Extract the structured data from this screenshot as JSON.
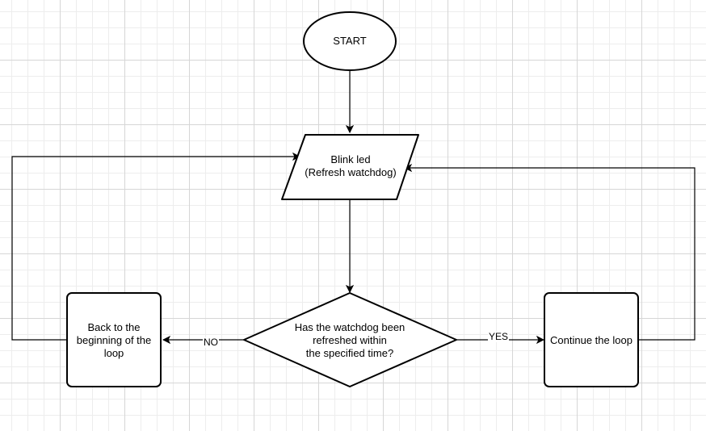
{
  "nodes": {
    "start": "START",
    "blink": "Blink led\n(Refresh watchdog)",
    "decision": "Has the watchdog been\nrefreshed within\nthe specified time?",
    "back": "Back to the\nbeginning of the\nloop",
    "cont": "Continue the loop"
  },
  "edges": {
    "no_label": "NO",
    "yes_label": "YES"
  }
}
